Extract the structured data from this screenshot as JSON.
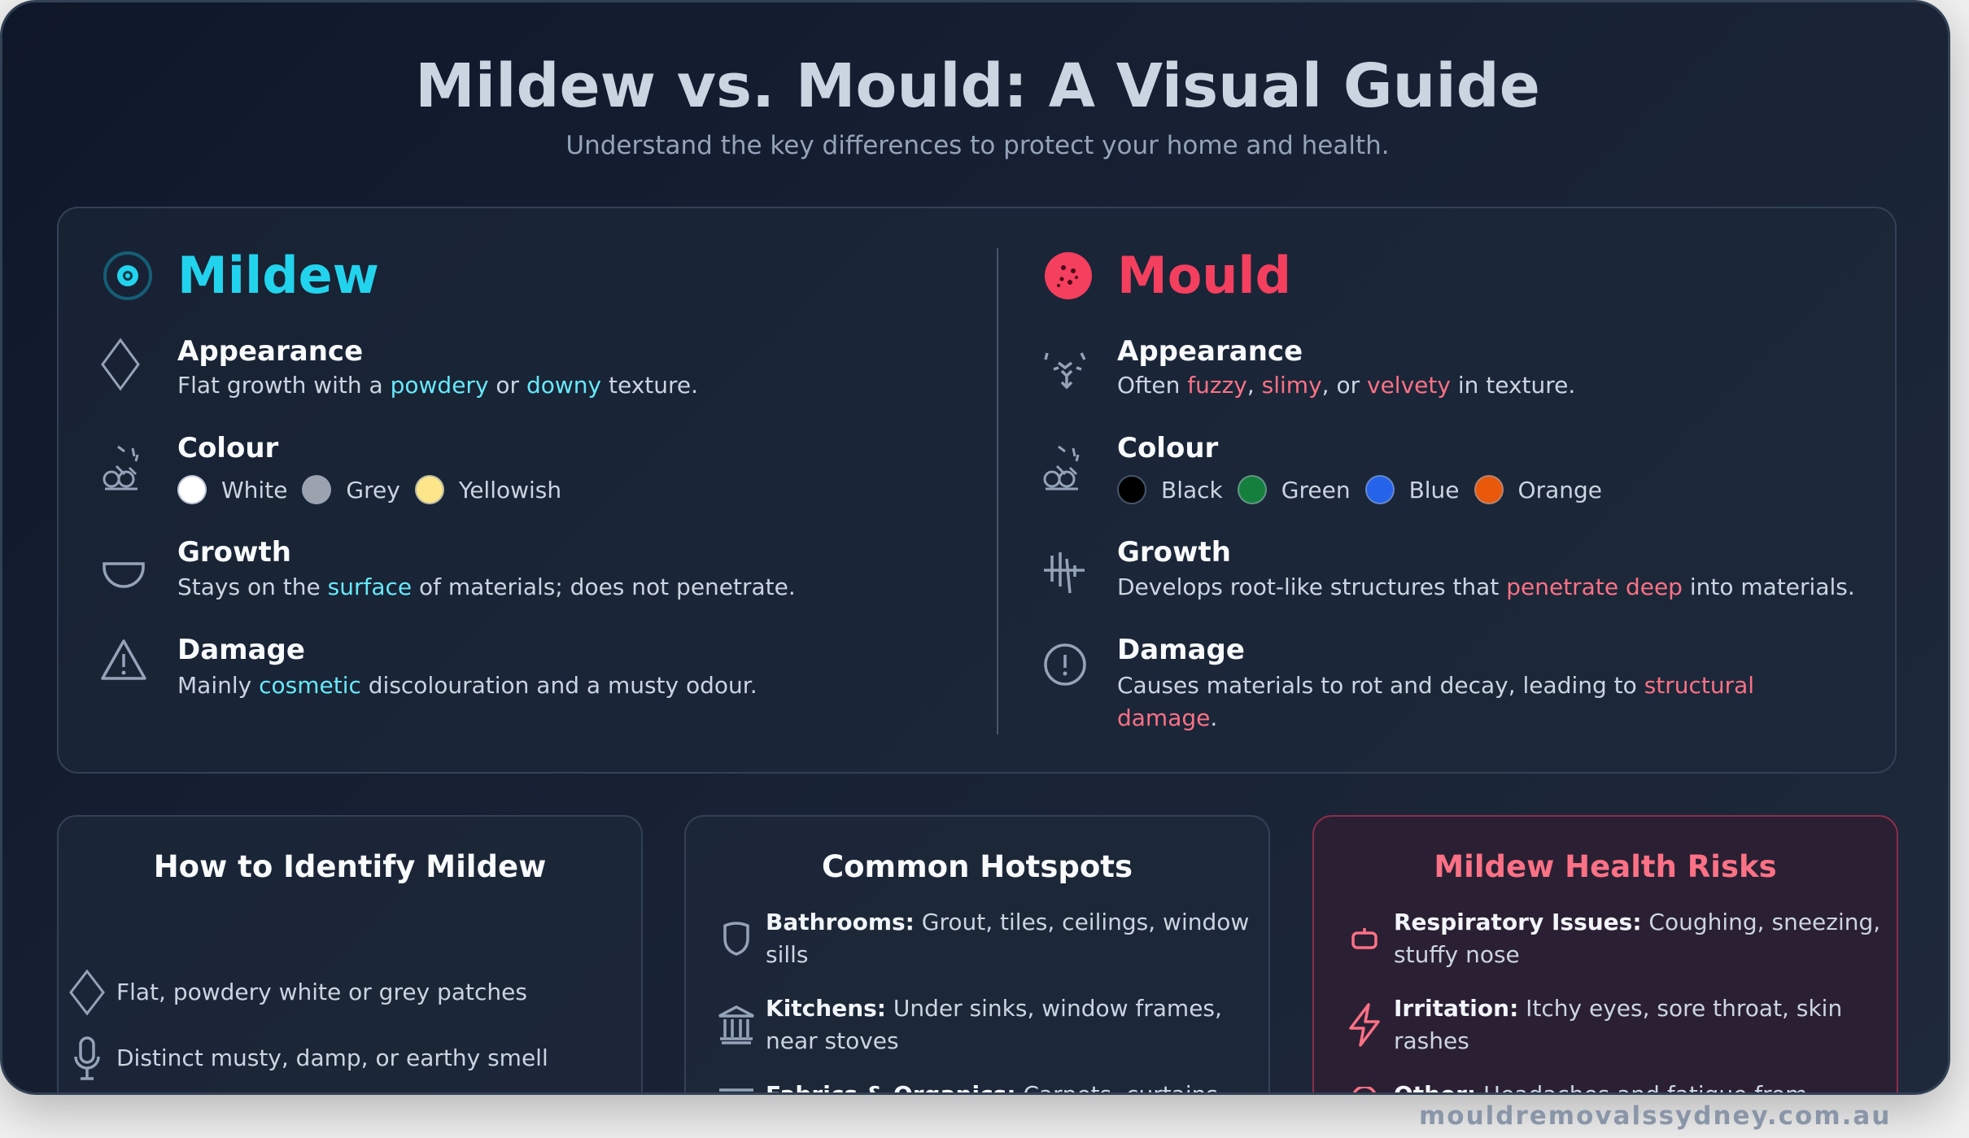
{
  "header": {
    "title": "Mildew vs. Mould: A Visual Guide",
    "subtitle": "Understand the key differences to protect your home and health."
  },
  "colors": {
    "mildew_accent": "#22d3ee",
    "mould_accent": "#f43f5e"
  },
  "mildew": {
    "heading": "Mildew",
    "appearance": {
      "title": "Appearance",
      "segments": [
        {
          "t": "Flat growth with a "
        },
        {
          "t": "powdery",
          "hl": true
        },
        {
          "t": " or "
        },
        {
          "t": "downy",
          "hl": true
        },
        {
          "t": " texture."
        }
      ]
    },
    "colour": {
      "title": "Colour",
      "swatches": [
        {
          "label": "White",
          "color": "#ffffff"
        },
        {
          "label": "Grey",
          "color": "#9ca3af"
        },
        {
          "label": "Yellowish",
          "color": "#fde68a"
        }
      ]
    },
    "growth": {
      "title": "Growth",
      "segments": [
        {
          "t": "Stays on the "
        },
        {
          "t": "surface",
          "hl": true
        },
        {
          "t": " of materials; does not penetrate."
        }
      ]
    },
    "damage": {
      "title": "Damage",
      "segments": [
        {
          "t": "Mainly "
        },
        {
          "t": "cosmetic",
          "hl": true
        },
        {
          "t": " discolouration and a musty odour."
        }
      ]
    }
  },
  "mould": {
    "heading": "Mould",
    "appearance": {
      "title": "Appearance",
      "segments": [
        {
          "t": "Often "
        },
        {
          "t": "fuzzy",
          "hl": true
        },
        {
          "t": ", "
        },
        {
          "t": "slimy",
          "hl": true
        },
        {
          "t": ", or "
        },
        {
          "t": "velvety",
          "hl": true
        },
        {
          "t": " in texture."
        }
      ]
    },
    "colour": {
      "title": "Colour",
      "swatches": [
        {
          "label": "Black",
          "color": "#000000"
        },
        {
          "label": "Green",
          "color": "#15803d"
        },
        {
          "label": "Blue",
          "color": "#2563eb"
        },
        {
          "label": "Orange",
          "color": "#ea580c"
        }
      ]
    },
    "growth": {
      "title": "Growth",
      "segments": [
        {
          "t": "Develops root-like structures that "
        },
        {
          "t": "penetrate deep",
          "hl": true
        },
        {
          "t": " into materials."
        }
      ]
    },
    "damage": {
      "title": "Damage",
      "segments": [
        {
          "t": "Causes materials to rot and decay, leading to "
        },
        {
          "t": "structural damage",
          "hl": true
        },
        {
          "t": "."
        }
      ]
    }
  },
  "identify": {
    "title": "How to Identify Mildew",
    "items": [
      {
        "text": "Flat, powdery white or grey patches",
        "icon": "diamond-icon"
      },
      {
        "text": "Distinct musty, damp, or earthy smell",
        "icon": "microphone-icon"
      }
    ]
  },
  "hotspots": {
    "title": "Common Hotspots",
    "items": [
      {
        "label": "Bathrooms:",
        "text": " Grout, tiles, ceilings, window sills",
        "icon": "shield-icon"
      },
      {
        "label": "Kitchens:",
        "text": " Under sinks, window frames, near stoves",
        "icon": "building-icon"
      },
      {
        "label": "Fabrics & Organics:",
        "text": " Carpets, curtains",
        "icon": "fabric-icon"
      }
    ]
  },
  "risks": {
    "title": "Mildew Health Risks",
    "items": [
      {
        "label": "Respiratory Issues:",
        "text": " Coughing, sneezing, stuffy nose",
        "icon": "lungs-icon"
      },
      {
        "label": "Irritation:",
        "text": " Itchy eyes, sore throat, skin rashes",
        "icon": "lightning-icon"
      },
      {
        "label": "Other:",
        "text": " Headaches and fatigue from",
        "icon": "circle-icon"
      }
    ]
  },
  "watermark": "mouldremovalssydney.com.au"
}
